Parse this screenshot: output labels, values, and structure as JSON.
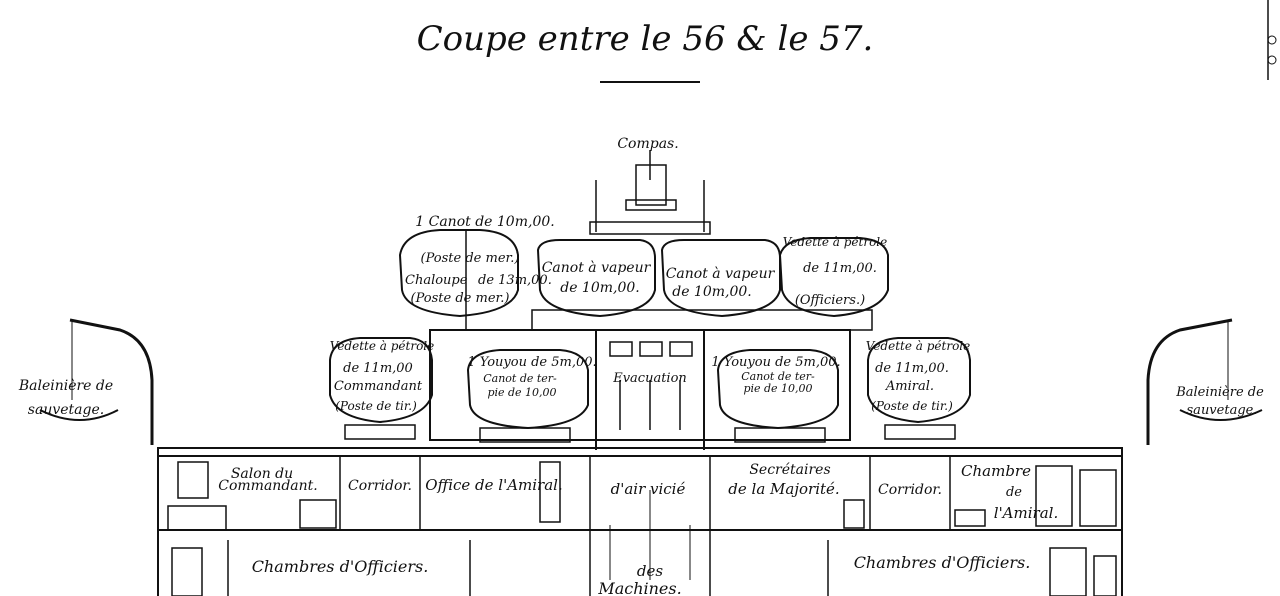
{
  "title": "Coupe entre le 56 & le 57.",
  "labels": {
    "compas": "Compas.",
    "canot_10": "1 Canot de 10m,00.",
    "poste_mer_1": "(Poste de mer.)",
    "chaloupe": "Chaloupe",
    "de_13": "de 13m,00.",
    "poste_mer_2": "(Poste de mer.)",
    "canot_vapeur_l1": "Canot à vapeur",
    "canot_vapeur_l2": "de 10m,00.",
    "canot_vapeur_r1": "Canot à vapeur",
    "canot_vapeur_r2": "de 10m,00.",
    "vedette_r_top_1": "Vedette à pétrole",
    "vedette_r_top_2": "de 11m,00.",
    "officiers_paren": "(Officiers.)",
    "vedette_l_1": "Vedette à pétrole",
    "vedette_l_2": "de 11m,00",
    "commandant": "Commandant",
    "poste_tir_l": "(Poste de tir.)",
    "youyou_l_1": "1 Youyou de 5m,00.",
    "youyou_l_2": "Canot de ter-",
    "youyou_l_3": "pie de 10,00",
    "evacuation": "Evacuation",
    "youyou_r_1": "1 Youyou de 5m,00.",
    "youyou_r_2": "Canot de ter-",
    "youyou_r_3": "pie de 10,00",
    "vedette_r_1": "Vedette à pétrole",
    "vedette_r_2": "de 11m,00.",
    "amiral": "Amiral.",
    "poste_tir_r": "(Poste de tir.)",
    "baleiniere_l_1": "Baleinière de",
    "baleiniere_l_2": "sauvetage.",
    "baleiniere_r_1": "Baleinière de",
    "baleiniere_r_2": "sauvetage.",
    "salon_1": "Salon du",
    "salon_2": "Commandant.",
    "corridor_l": "Corridor.",
    "office": "Office de l'Amiral.",
    "air_vicie": "d'air vicié",
    "secretaires_1": "Secrétaires",
    "secretaires_2": "de la Majorité.",
    "corridor_r": "Corridor.",
    "chambre_1": "Chambre",
    "chambre_2": "de",
    "chambre_3": "l'Amiral.",
    "chambres_l": "Chambres d'Officiers.",
    "des": "des",
    "machines": "Machines.",
    "chambres_r": "Chambres d'Officiers."
  }
}
